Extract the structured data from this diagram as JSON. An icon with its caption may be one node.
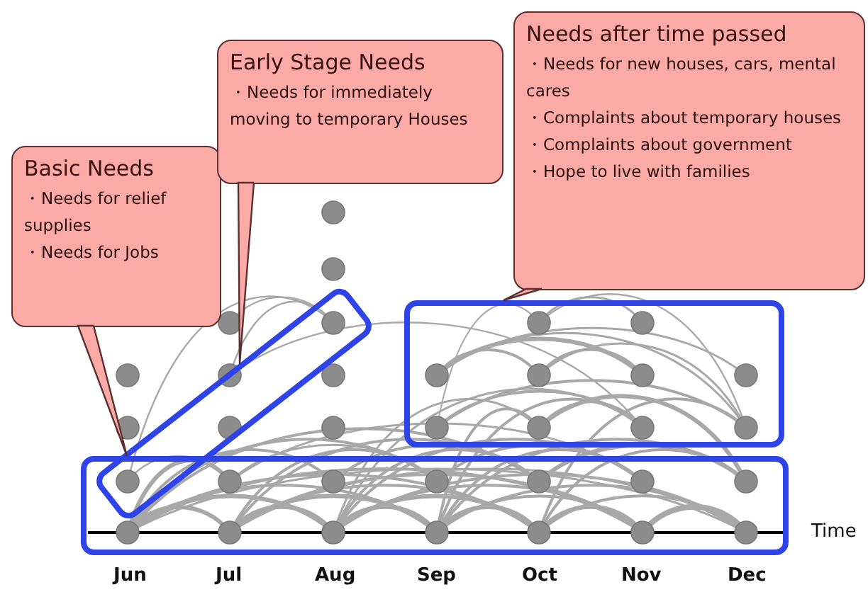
{
  "diagram": {
    "nodes": [
      {
        "text": [
          "Basic Needs",
          "・Needs for relief supplies",
          "・Needs for Jobs"
        ]
      },
      {
        "text": [
          "Early Stage Needs",
          "・Needs for immediately moving to temporary Houses"
        ]
      },
      {
        "text": [
          "Needs after time passed",
          "・Needs for new houses, cars, mental cares",
          "・Complaints about temporary houses",
          "・Complaints about government",
          "・Hope to live with families"
        ]
      },
      {
        "text": [],
        "shape": "box"
      },
      {
        "text": [],
        "shape": "box"
      },
      {
        "text": [],
        "shape": "box"
      }
    ],
    "edges": [
      {
        "from": 0,
        "to": 5,
        "arrow": "none"
      },
      {
        "from": 1,
        "to": 3,
        "arrow": "none"
      },
      {
        "from": 2,
        "to": 4,
        "arrow": "none"
      }
    ],
    "labels": [
      "Time",
      "Jun",
      "Jul",
      "Aug",
      "Sep",
      "Oct",
      "Nov",
      "Dec"
    ]
  }
}
